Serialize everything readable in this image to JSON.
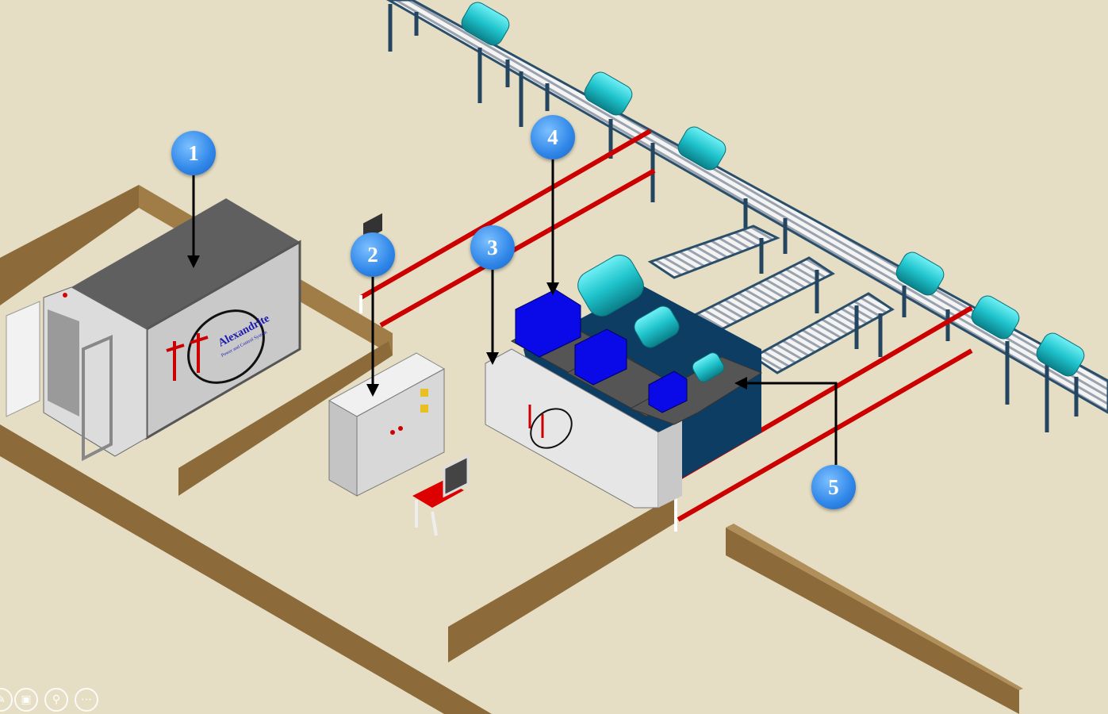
{
  "callouts": [
    {
      "label": "1"
    },
    {
      "label": "2"
    },
    {
      "label": "3"
    },
    {
      "label": "4"
    },
    {
      "label": "5"
    }
  ],
  "logo": {
    "name": "Alexandrite",
    "tagline": "Power and Control System"
  },
  "toolbar": [
    {
      "icon": "pen-icon"
    },
    {
      "icon": "slides-icon"
    },
    {
      "icon": "zoom-icon"
    },
    {
      "icon": "more-icon"
    }
  ],
  "colors": {
    "floor": "#e5dec4",
    "wall": "#8c6a3a",
    "callout": "#2f86e8",
    "motor": "#22c4cc",
    "generator": "#1010e0",
    "rail": "#cc0000"
  }
}
